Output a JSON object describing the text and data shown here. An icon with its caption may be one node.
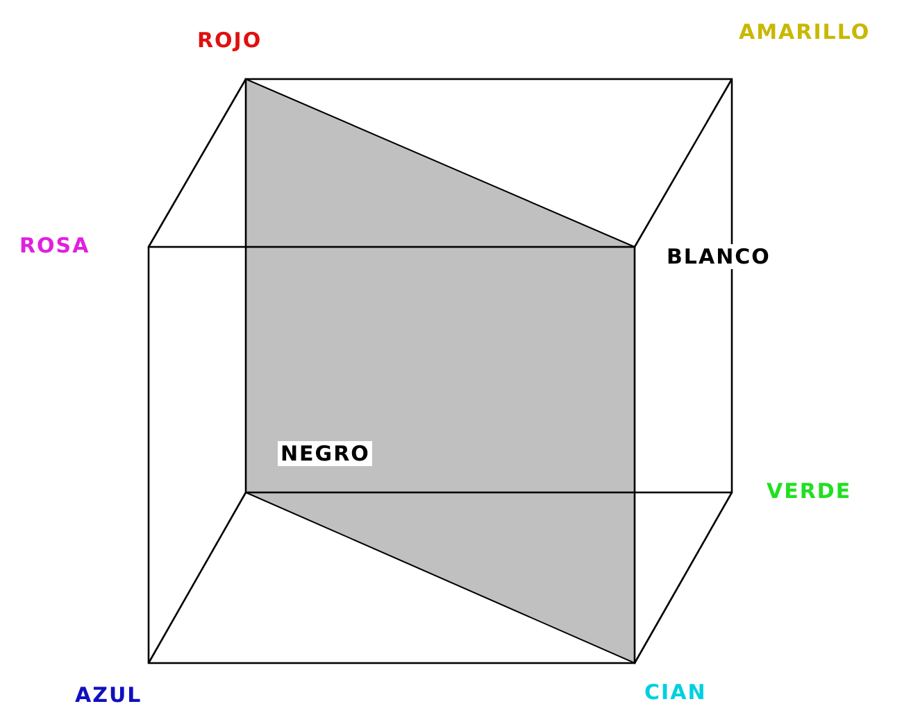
{
  "diagram": {
    "labels": [
      "ROJO",
      "AMARILLO",
      "ROSA",
      "BLANCO",
      "NEGRO",
      "VERDE",
      "AZUL",
      "CIAN"
    ]
  }
}
